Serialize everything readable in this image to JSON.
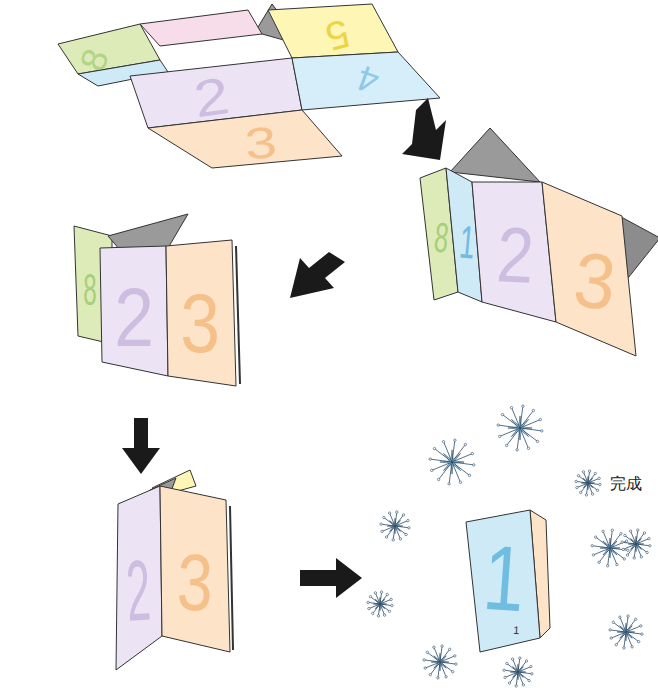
{
  "diagram": {
    "labels": [
      "8",
      "5",
      "2",
      "3",
      "4",
      "8",
      "1",
      "2",
      "3",
      "8",
      "2",
      "3",
      "2",
      "3",
      "1",
      "1",
      "完成"
    ]
  }
}
